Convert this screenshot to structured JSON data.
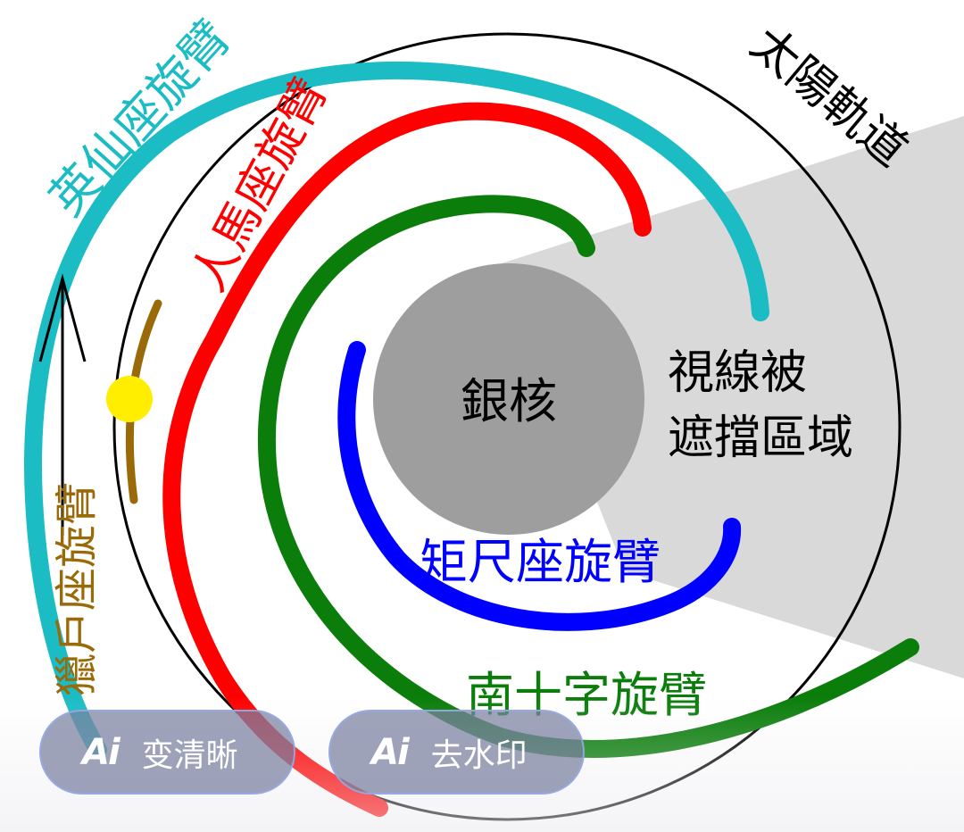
{
  "diagram": {
    "sun_orbit_label": "太陽軌道",
    "core_label": "銀核",
    "obscured_region_label_line1": "視線被",
    "obscured_region_label_line2": "遮擋區域",
    "arms": {
      "perseus": {
        "label": "英仙座旋臂",
        "color": "#1bbcc4"
      },
      "sagittarius": {
        "label": "人馬座旋臂",
        "color": "#ff0000"
      },
      "scutum_centaurus": {
        "label": "南十字旋臂",
        "color": "#0a7d0a"
      },
      "norma": {
        "label": "矩尺座旋臂",
        "color": "#0000ff"
      },
      "orion": {
        "label": "獵戶座旋臂",
        "color": "#9a6a08"
      }
    },
    "core_color": "#9e9e9e",
    "obscured_color": "#d9d9d9",
    "sun_color": "#ffee00"
  },
  "overlay": {
    "enhance_button": {
      "icon": "ai-icon",
      "label": "变清晰"
    },
    "watermark_button": {
      "icon": "ai-icon",
      "label": "去水印"
    }
  }
}
